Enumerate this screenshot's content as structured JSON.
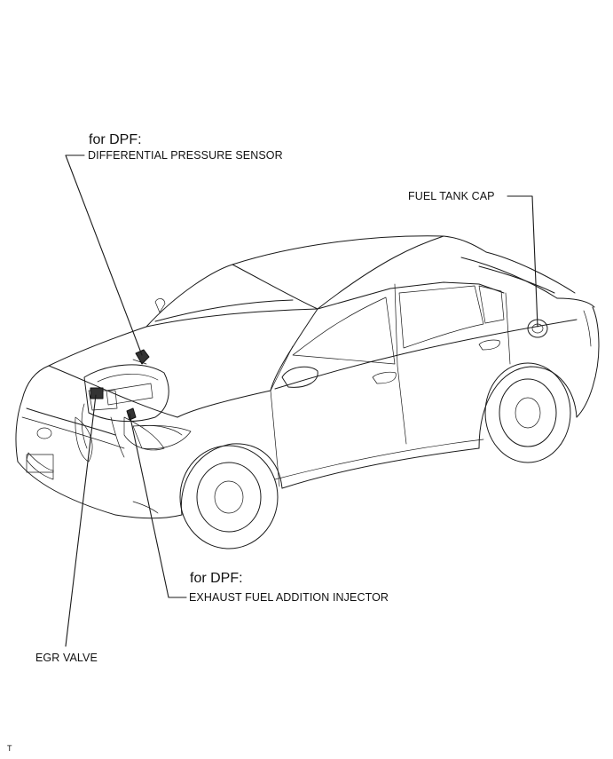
{
  "labels": {
    "dpf_sensor_qualifier": "for DPF:",
    "differential_pressure_sensor": "DIFFERENTIAL PRESSURE SENSOR",
    "fuel_tank_cap": "FUEL TANK CAP",
    "dpf_injector_qualifier": "for DPF:",
    "exhaust_fuel_addition_injector": "EXHAUST FUEL ADDITION INJECTOR",
    "egr_valve": "EGR VALVE",
    "corner_mark": "T"
  }
}
